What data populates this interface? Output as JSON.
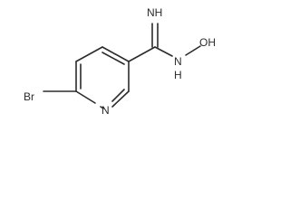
{
  "molecule": {
    "atoms": {
      "bromine": "Br",
      "ring_nitrogen": "N",
      "imine_nh": "NH",
      "amide_nh": "N",
      "amide_h": "H",
      "hydroxyl": "OH"
    }
  }
}
